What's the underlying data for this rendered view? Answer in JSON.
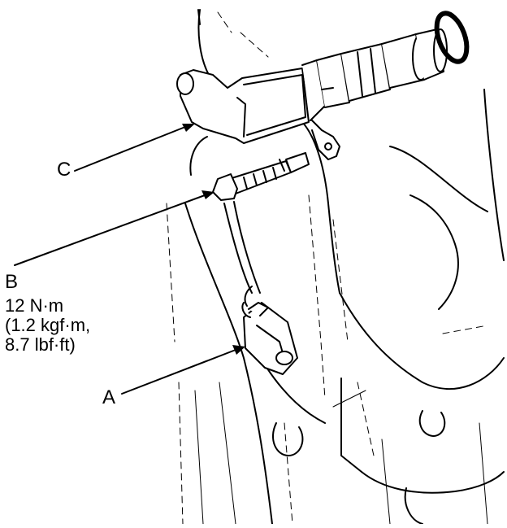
{
  "callouts": {
    "a": {
      "letter": "A"
    },
    "b": {
      "letter": "B",
      "torque_nm": "12 N·m",
      "torque_kgf": "(1.2 kgf·m,",
      "torque_lbf": "8.7 lbf·ft)"
    },
    "c": {
      "letter": "C"
    }
  },
  "colors": {
    "line": "#000000",
    "background": "#ffffff"
  }
}
